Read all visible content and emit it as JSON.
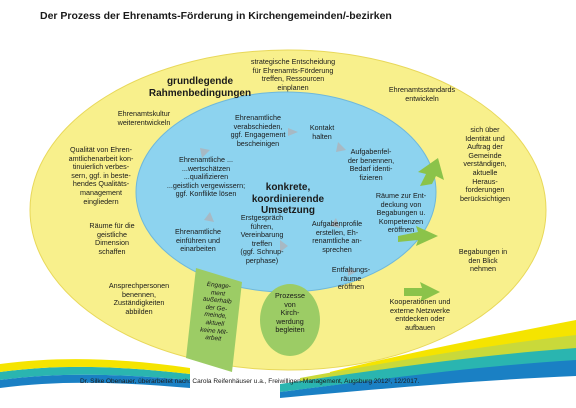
{
  "title": "Der Prozess der Ehrenamts-Förderung in Kirchengemeinden/-bezirken",
  "outer_heading": "grundlegende\nRahmenbedingungen",
  "center_heading": "konkrete,\nkoordinierende\nUmsetzung",
  "outer_items": {
    "strategy": "strategische Entscheidung\nfür Ehrenamts-Förderung\ntreffen, Ressourcen\neinplanen",
    "standards": "Ehrenamtsstandards\nentwickeln",
    "culture": "Ehrenamtskultur\nweiterentwickeln",
    "quality": "Qualität von Ehren-\namtlichenarbeit kon-\ntinuierlich verbes-\nsern, ggf. in beste-\nhendes Qualitäts-\nmanagement\neingliedern",
    "spiritual": "Räume für die\ngeistliche\nDimension\nschaffen",
    "contacts": "Ansprechpersonen\nbenennen,\nZuständigkeiten\nabbilden",
    "identity": "sich über\nIdentität und\nAuftrag der\nGemeinde\nverständigen,\naktuelle\nHeraus-\nforderungen\nberücksichtigen",
    "talents": "Begabungen in\nden Blick\nnehmen",
    "cooperation": "Kooperationen und\nexterne Netzwerke\nentdecken oder\naufbauen"
  },
  "inner_items": {
    "farewell": "Ehrenamtliche\nverabschieden,\nggf. Engagement\nbescheinigen",
    "contact": "Kontakt\nhalten",
    "value": "Ehrenamtliche ...\n...wertschätzen\n...qualifizieren\n...geistlich vergewissern;\nggf. Konflikte lösen",
    "fields": "Aufgabenfel-\nder benennen,\nBedarf identi-\nfizieren",
    "spaces": "Räume zur Ent-\ndeckung von\nBegabungen u.\nKompetenzen\neröffnen",
    "onboard": "Ehrenamtliche\neinführen und\neinarbeiten",
    "talk": "Erstgespräch\nführen,\nVereinbarung\ntreffen\n(ggf. Schnup-\nperphase)",
    "profiles": "Aufgabenprofile\nerstellen, Eh-\nrenamtliche an-\nsprechen",
    "unfold": "Entfaltungs-\nräume\neröffnen"
  },
  "green_left": "Engage-\nment\naußerhalb\nder Ge-\nmeinde,\naktuell\nkeine Mit-\narbeit",
  "green_circle": "Prozesse\nvon\nKirch-\nwerdung\nbegleiten",
  "footer": "Dr. Silke Obenauer, überarbeitet nach: Carola Reifenhäuser u.a., Freiwilligen-Management, Augsburg 2012², 12/2017.",
  "colors": {
    "outer_ellipse": "#f8f08c",
    "inner_ellipse": "#8dd3ef",
    "green": "#9ccc65",
    "arrow_green": "#8bc34a",
    "wave_yellow": "#f5e400",
    "wave_blue": "#1a80c4",
    "wave_teal": "#2ab5b0"
  }
}
